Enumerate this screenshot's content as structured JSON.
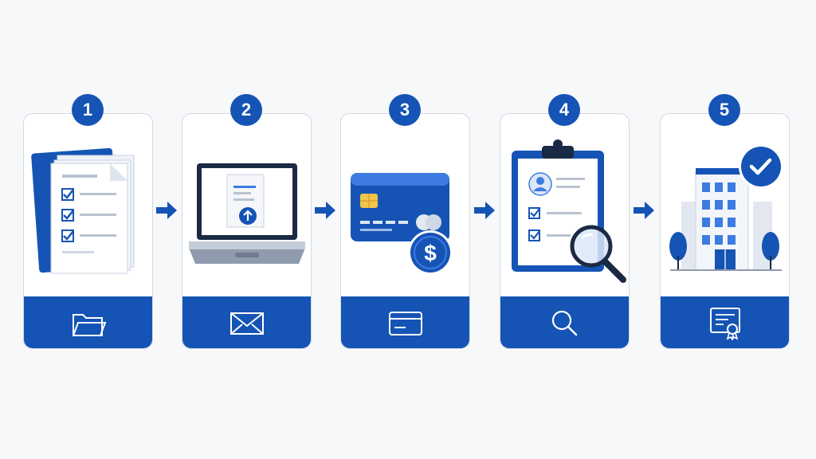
{
  "colors": {
    "primary": "#1554b5",
    "accent": "#3d7be0",
    "light": "#dbe6f7",
    "card_border": "#d3d9e3",
    "success_green": "none"
  },
  "steps": [
    {
      "number": "1",
      "illustration": "checklist-document-icon",
      "bar_icon": "folder-icon"
    },
    {
      "number": "2",
      "illustration": "laptop-upload-icon",
      "bar_icon": "envelope-icon"
    },
    {
      "number": "3",
      "illustration": "credit-card-payment-icon",
      "bar_icon": "card-icon"
    },
    {
      "number": "4",
      "illustration": "clipboard-review-icon",
      "bar_icon": "magnifier-icon"
    },
    {
      "number": "5",
      "illustration": "approved-building-icon",
      "bar_icon": "certificate-icon"
    }
  ]
}
